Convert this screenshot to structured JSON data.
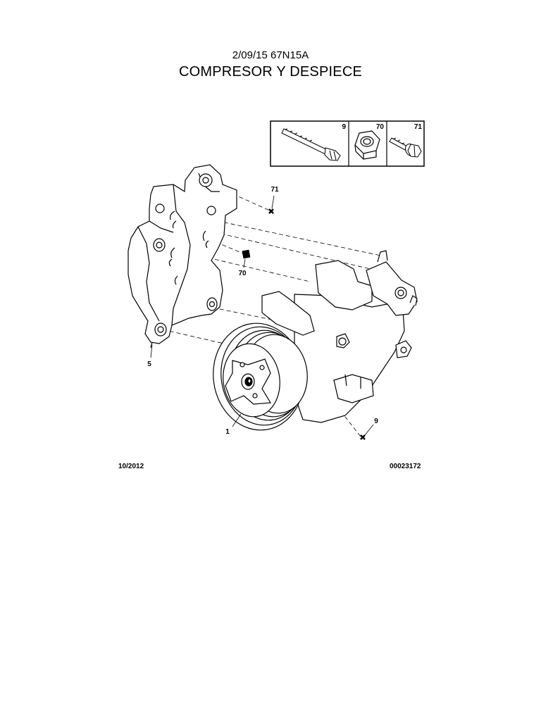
{
  "header": {
    "code": "2/09/15 67N15A",
    "title": "COMPRESOR Y DESPIECE"
  },
  "legend_box": {
    "cells": [
      {
        "ref": "9",
        "icon": "long-bolt-icon"
      },
      {
        "ref": "70",
        "icon": "hex-nut-icon"
      },
      {
        "ref": "71",
        "icon": "flange-screw-icon"
      }
    ]
  },
  "callouts": {
    "bracket": "5",
    "compressor": "1",
    "screw_top": "71",
    "nut": "70",
    "bolt_bottom": "9"
  },
  "footer": {
    "date": "10/2012",
    "reference": "00023172"
  }
}
